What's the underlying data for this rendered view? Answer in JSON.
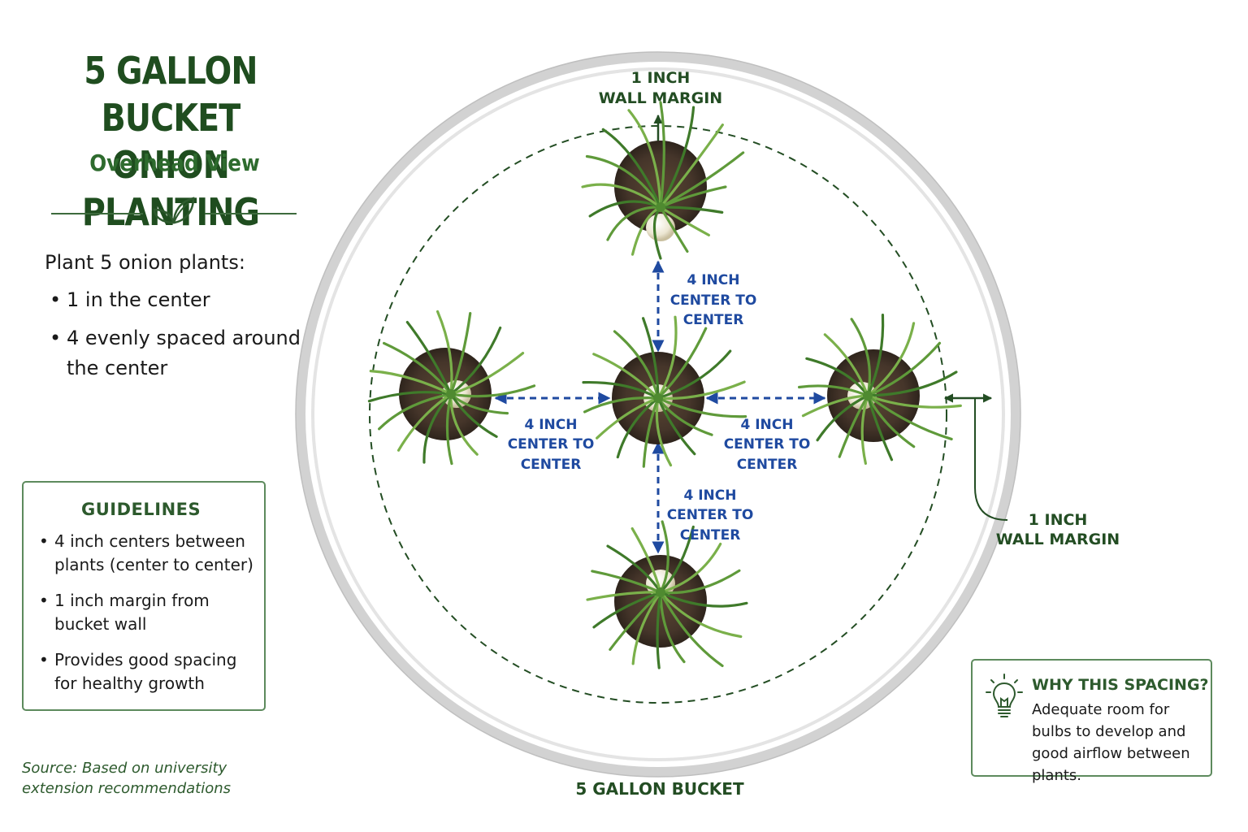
{
  "title": {
    "line1": "5 GALLON BUCKET",
    "line2": "ONION PLANTING"
  },
  "subtitle": "Overhead View",
  "intro": {
    "heading": "Plant 5 onion plants:",
    "items": [
      "1 in the center",
      "4 evenly spaced around the center"
    ]
  },
  "guidelines": {
    "title": "GUIDELINES",
    "items": [
      "4 inch centers between plants (center to center)",
      "1 inch margin from bucket wall",
      "Provides good spacing for healthy growth"
    ]
  },
  "source": "Source: Based on university extension recommendations",
  "why": {
    "title": "WHY THIS SPACING?",
    "text": "Adequate room for bulbs to develop and good airflow between plants."
  },
  "diagram": {
    "top_margin": {
      "line1": "1 INCH",
      "line2": "WALL MARGIN"
    },
    "side_margin": {
      "line1": "1 INCH",
      "line2": "WALL MARGIN"
    },
    "spacing_label": {
      "line1": "4 INCH",
      "line2": "CENTER TO",
      "line3": "CENTER"
    },
    "bucket_label": "5 GALLON BUCKET"
  },
  "colors": {
    "dark_green": "#1f4d1f",
    "accent_green": "#2e6b2e",
    "arrow_blue": "#1f4aa0",
    "soil": "#4a3828",
    "bucket_rim": "#cfcfcf"
  }
}
